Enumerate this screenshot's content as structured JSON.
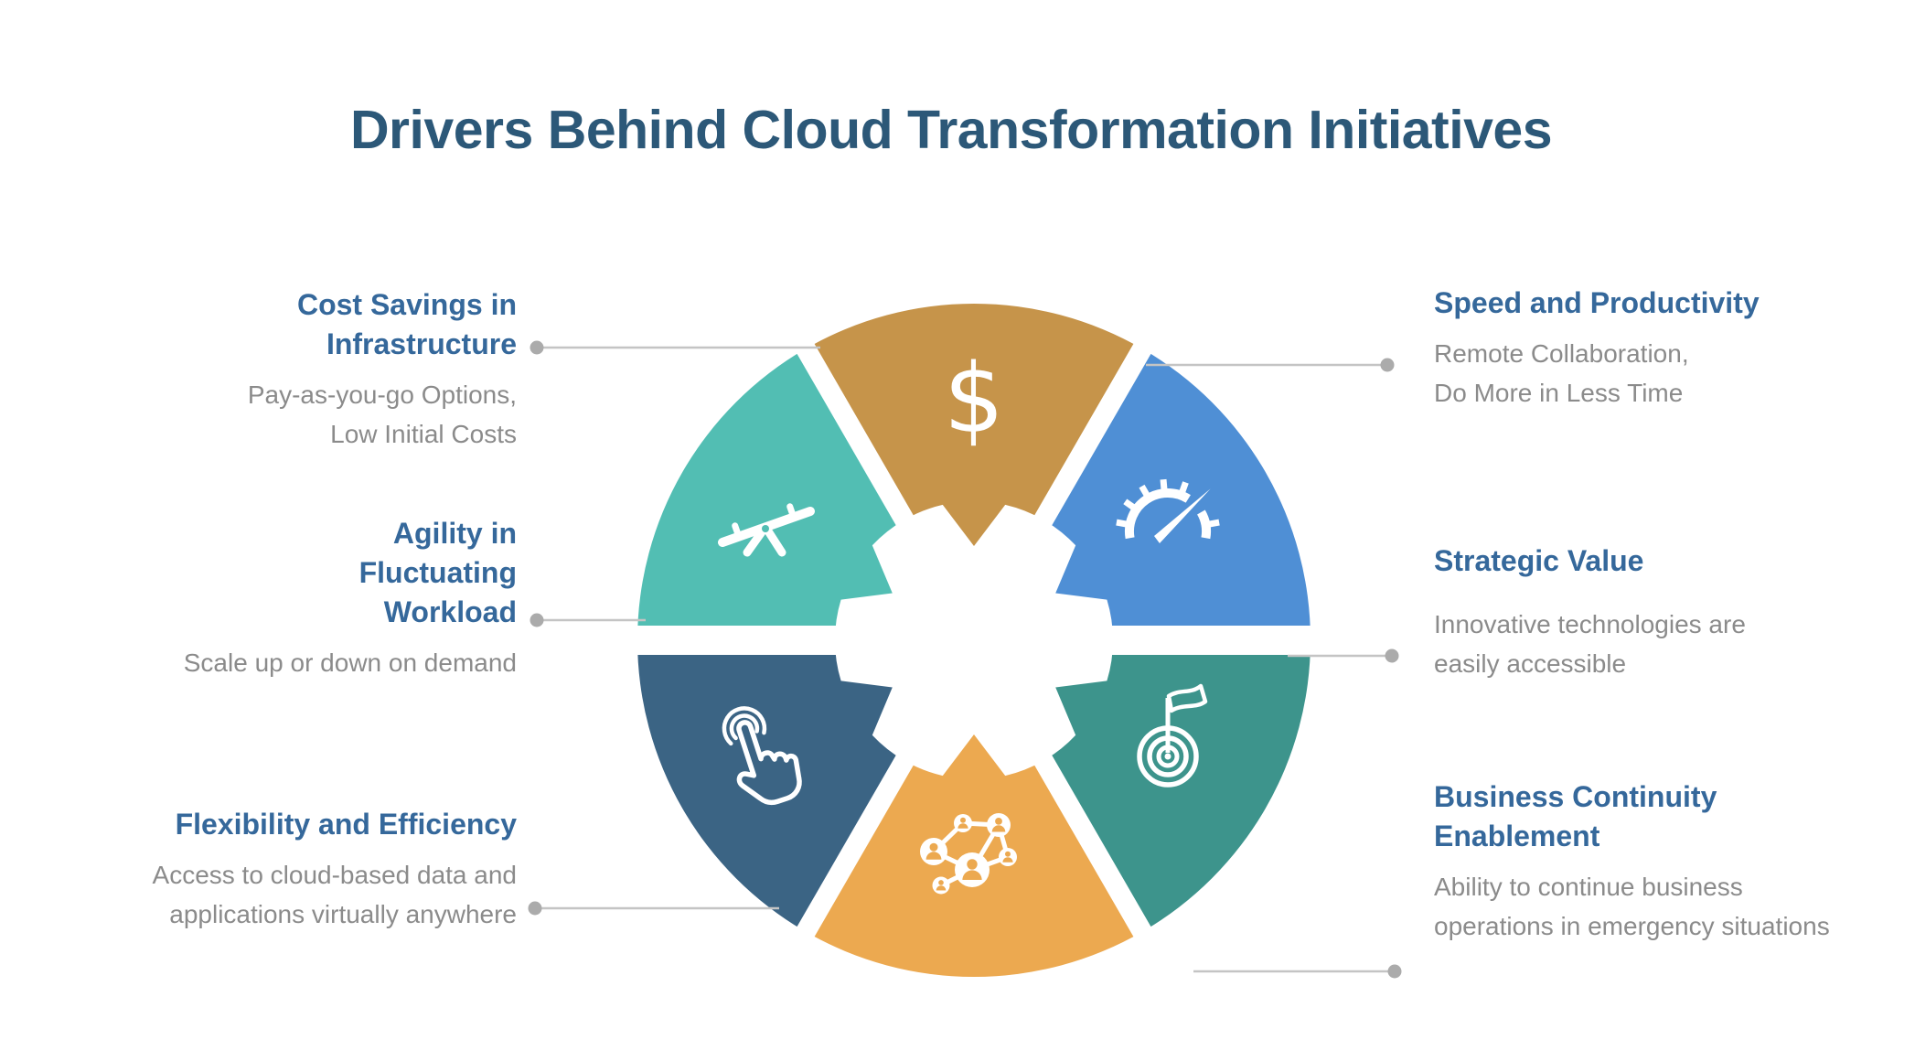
{
  "title": "Drivers Behind Cloud Transformation Initiatives",
  "colors": {
    "title_text": "#2C5878",
    "heading_text": "#35689B",
    "body_text": "#8B8B8B",
    "connector_line": "#C4C4C4",
    "connector_dot": "#ABABAB",
    "icon_white": "#FFFFFF"
  },
  "wheel": {
    "segments": [
      {
        "id": "cost-savings",
        "icon": "dollar-icon",
        "color": "#C6944A",
        "mid_angle": 90
      },
      {
        "id": "speed",
        "icon": "speedometer-icon",
        "color": "#4F8FD5",
        "mid_angle": 30
      },
      {
        "id": "strategic",
        "icon": "target-flag-icon",
        "color": "#3D948C",
        "mid_angle": 330
      },
      {
        "id": "business",
        "icon": "network-icon",
        "color": "#ECA950",
        "mid_angle": 270
      },
      {
        "id": "flexibility",
        "icon": "tap-hand-icon",
        "color": "#3B6484",
        "mid_angle": 210
      },
      {
        "id": "agility",
        "icon": "seesaw-icon",
        "color": "#52BEB3",
        "mid_angle": 150
      }
    ]
  },
  "icons": {
    "dollar_glyph": "$"
  },
  "labels": {
    "left": [
      {
        "heading": "Cost Savings in\nInfrastructure",
        "body": "Pay-as-you-go Options,\nLow Initial Costs"
      },
      {
        "heading": "Agility in\nFluctuating\nWorkload",
        "body": "Scale up or down on demand"
      },
      {
        "heading": "Flexibility and Efficiency",
        "body": "Access to cloud-based data and\napplications virtually anywhere"
      }
    ],
    "right": [
      {
        "heading": "Speed and Productivity",
        "body": "Remote Collaboration,\nDo More in Less Time"
      },
      {
        "heading": "Strategic Value",
        "body": "Innovative technologies are\neasily accessible"
      },
      {
        "heading": "Business Continuity\nEnablement",
        "body": "Ability to continue business\noperations in emergency situations"
      }
    ]
  }
}
